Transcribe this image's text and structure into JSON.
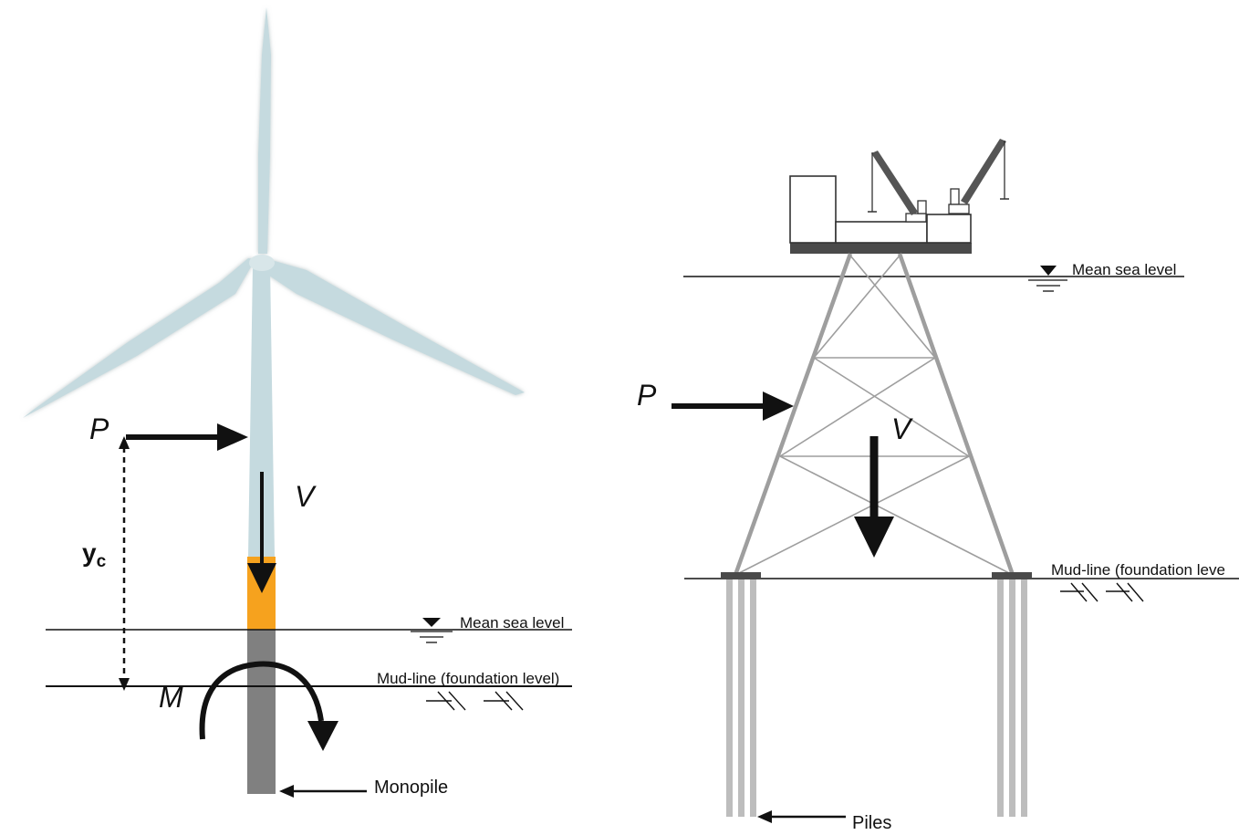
{
  "left": {
    "force_p": "P",
    "force_v": "V",
    "moment_m": "M",
    "height_y": "y",
    "height_sub": "c",
    "mean_sea_level": "Mean sea level",
    "mud_line": "Mud-line (foundation level)",
    "monopile": "Monopile"
  },
  "right": {
    "force_p": "P",
    "force_v": "V",
    "mean_sea_level": "Mean sea level",
    "mud_line": "Mud-line (foundation leve",
    "piles": "Piles"
  },
  "colors": {
    "blade": "#c5dadf",
    "transition": "#f6a21e",
    "monopile": "#808080",
    "jacket": "#9e9e9e",
    "piles": "#bdbdbd",
    "arrow": "#111111"
  }
}
